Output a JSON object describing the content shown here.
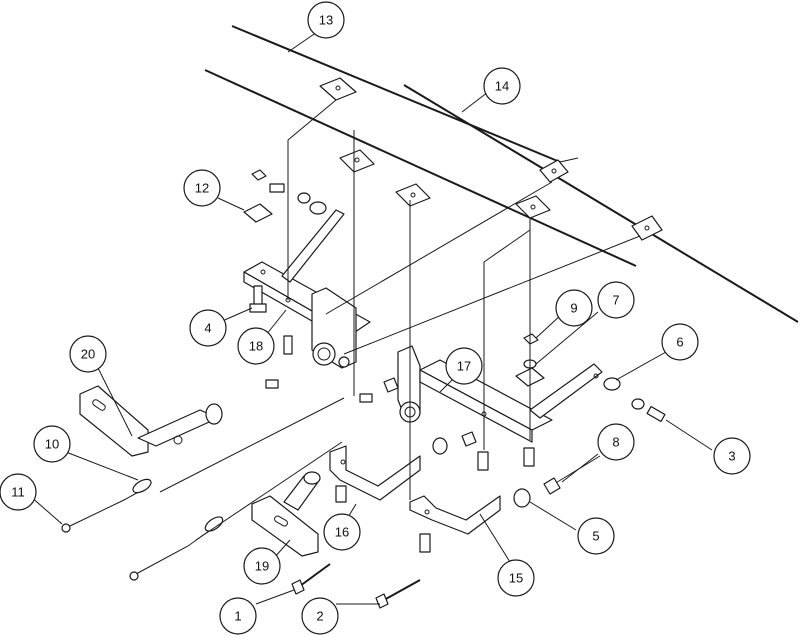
{
  "callouts": [
    {
      "id": "c1",
      "label": "1"
    },
    {
      "id": "c2",
      "label": "2"
    },
    {
      "id": "c3",
      "label": "3"
    },
    {
      "id": "c4",
      "label": "4"
    },
    {
      "id": "c5",
      "label": "5"
    },
    {
      "id": "c6",
      "label": "6"
    },
    {
      "id": "c7",
      "label": "7"
    },
    {
      "id": "c8",
      "label": "8"
    },
    {
      "id": "c9",
      "label": "9"
    },
    {
      "id": "c10",
      "label": "10"
    },
    {
      "id": "c11",
      "label": "11"
    },
    {
      "id": "c12",
      "label": "12"
    },
    {
      "id": "c13",
      "label": "13"
    },
    {
      "id": "c14",
      "label": "14"
    },
    {
      "id": "c15",
      "label": "15"
    },
    {
      "id": "c16",
      "label": "16"
    },
    {
      "id": "c17",
      "label": "17"
    },
    {
      "id": "c18",
      "label": "18"
    },
    {
      "id": "c19",
      "label": "19"
    },
    {
      "id": "c20",
      "label": "20"
    }
  ],
  "colors": {
    "ink": "#1a1a1a",
    "background": "#ffffff"
  }
}
